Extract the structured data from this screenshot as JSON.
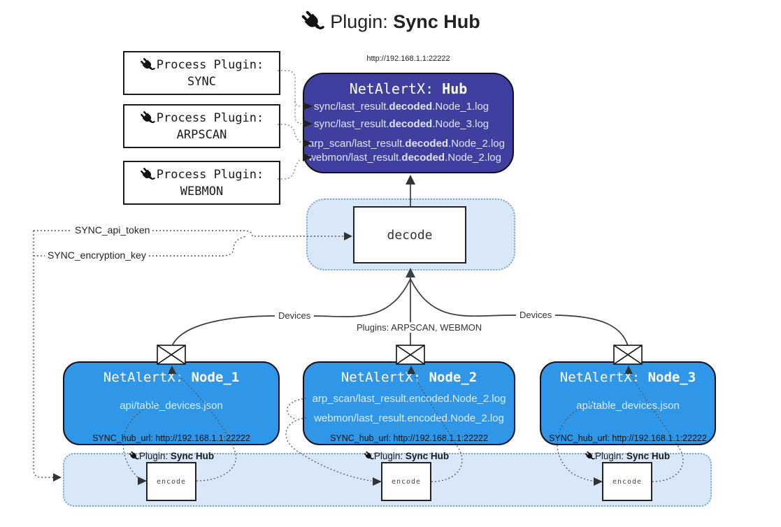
{
  "title": {
    "prefix": "Plugin: ",
    "bold": "Sync Hub"
  },
  "process_plugins": [
    {
      "label": "Process Plugin:",
      "name": "SYNC"
    },
    {
      "label": "Process Plugin:",
      "name": "ARPSCAN"
    },
    {
      "label": "Process Plugin:",
      "name": "WEBMON"
    }
  ],
  "hub": {
    "url": "http://192.168.1.1:22222",
    "title_prefix": "NetAlertX: ",
    "title_bold": "Hub",
    "logs": [
      {
        "pre": "sync/last_result.",
        "bold": "decoded",
        "post": ".Node_1.log"
      },
      {
        "pre": "sync/last_result.",
        "bold": "decoded",
        "post": ".Node_3.log"
      },
      {
        "pre": "arp_scan/last_result.",
        "bold": "decoded",
        "post": ".Node_2.log"
      },
      {
        "pre": "webmon/last_result.",
        "bold": "decoded",
        "post": ".Node_2.log"
      }
    ]
  },
  "decode": {
    "label": "decode"
  },
  "config": {
    "api_token": "SYNC_api_token",
    "encryption_key": "SYNC_encryption_key"
  },
  "edges": {
    "devices_left": "Devices",
    "devices_right": "Devices",
    "plugins_middle": "Plugins: ARPSCAN, WEBMON"
  },
  "nodes": [
    {
      "title_prefix": "NetAlertX: ",
      "title_bold": "Node_1",
      "files": [
        "api/table_devices.json"
      ],
      "hub_url": "SYNC_hub_url: http://192.168.1.1:22222"
    },
    {
      "title_prefix": "NetAlertX: ",
      "title_bold": "Node_2",
      "files": [
        "arp_scan/last_result.encoded.Node_2.log",
        "webmon/last_result.encoded.Node_2.log"
      ],
      "hub_url": "SYNC_hub_url: http://192.168.1.1:22222"
    },
    {
      "title_prefix": "NetAlertX: ",
      "title_bold": "Node_3",
      "files": [
        "api/table_devices.json"
      ],
      "hub_url": "SYNC_hub_url: http://192.168.1.1:22222"
    }
  ],
  "encode": {
    "plugin_prefix": "Plugin: ",
    "plugin_bold": "Sync Hub",
    "label": "encode"
  },
  "icons": {
    "plug": "plug-icon",
    "envelope": "envelope-icon"
  },
  "colors": {
    "hub_fill": "#3f3fa0",
    "node_fill": "#2f96e8",
    "strip_fill": "#d9e8f9",
    "strip_border": "#7fa6cb"
  }
}
